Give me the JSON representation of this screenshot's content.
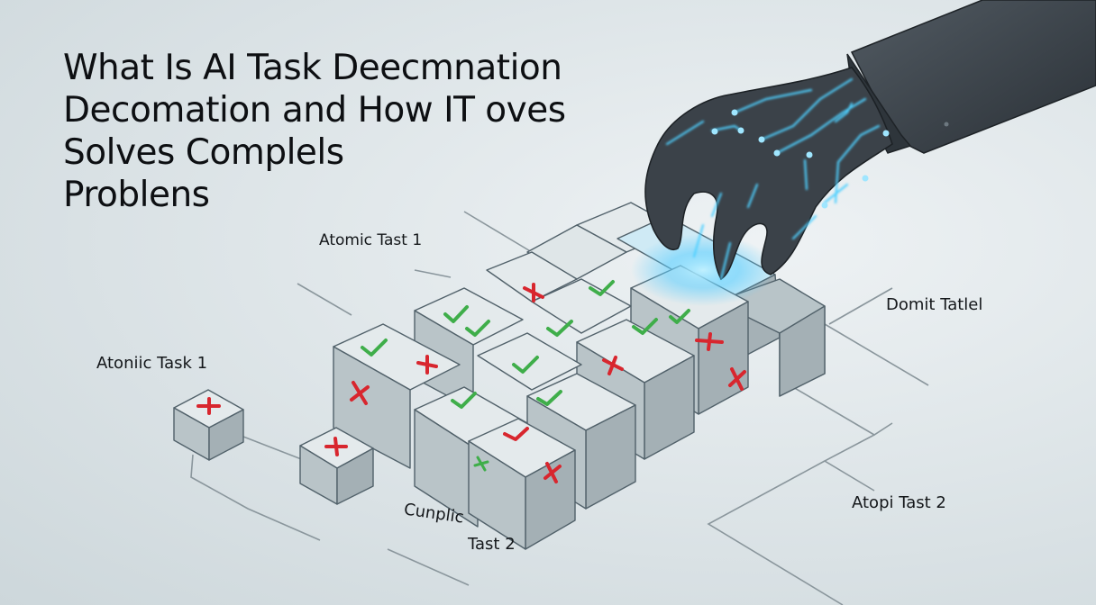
{
  "title": {
    "lines": [
      "What Is AI Task Deecmnation",
      "Decomation and How IT oves",
      "Solves Complels",
      "Problens"
    ]
  },
  "labels": {
    "top_center": "Atomic Tast 1",
    "left": "Atoniic Task 1",
    "right_top": "Domit Tatlel",
    "right_bottom": "Atopi Tast 2",
    "bottom_line1": "Cunplic",
    "bottom_line2": "Tast 2"
  },
  "colors": {
    "background": "#dfe6e9",
    "cube_top": "#e4eaec",
    "cube_left": "#b9c4c8",
    "cube_right": "#a5b1b6",
    "check_green": "#3fae4a",
    "cross_red": "#d8262e",
    "circuit_glow": "#4fd0ff",
    "robot_arm": "#3b4249"
  },
  "icons": {
    "check": "check-mark-icon",
    "cross": "cross-mark-icon"
  }
}
